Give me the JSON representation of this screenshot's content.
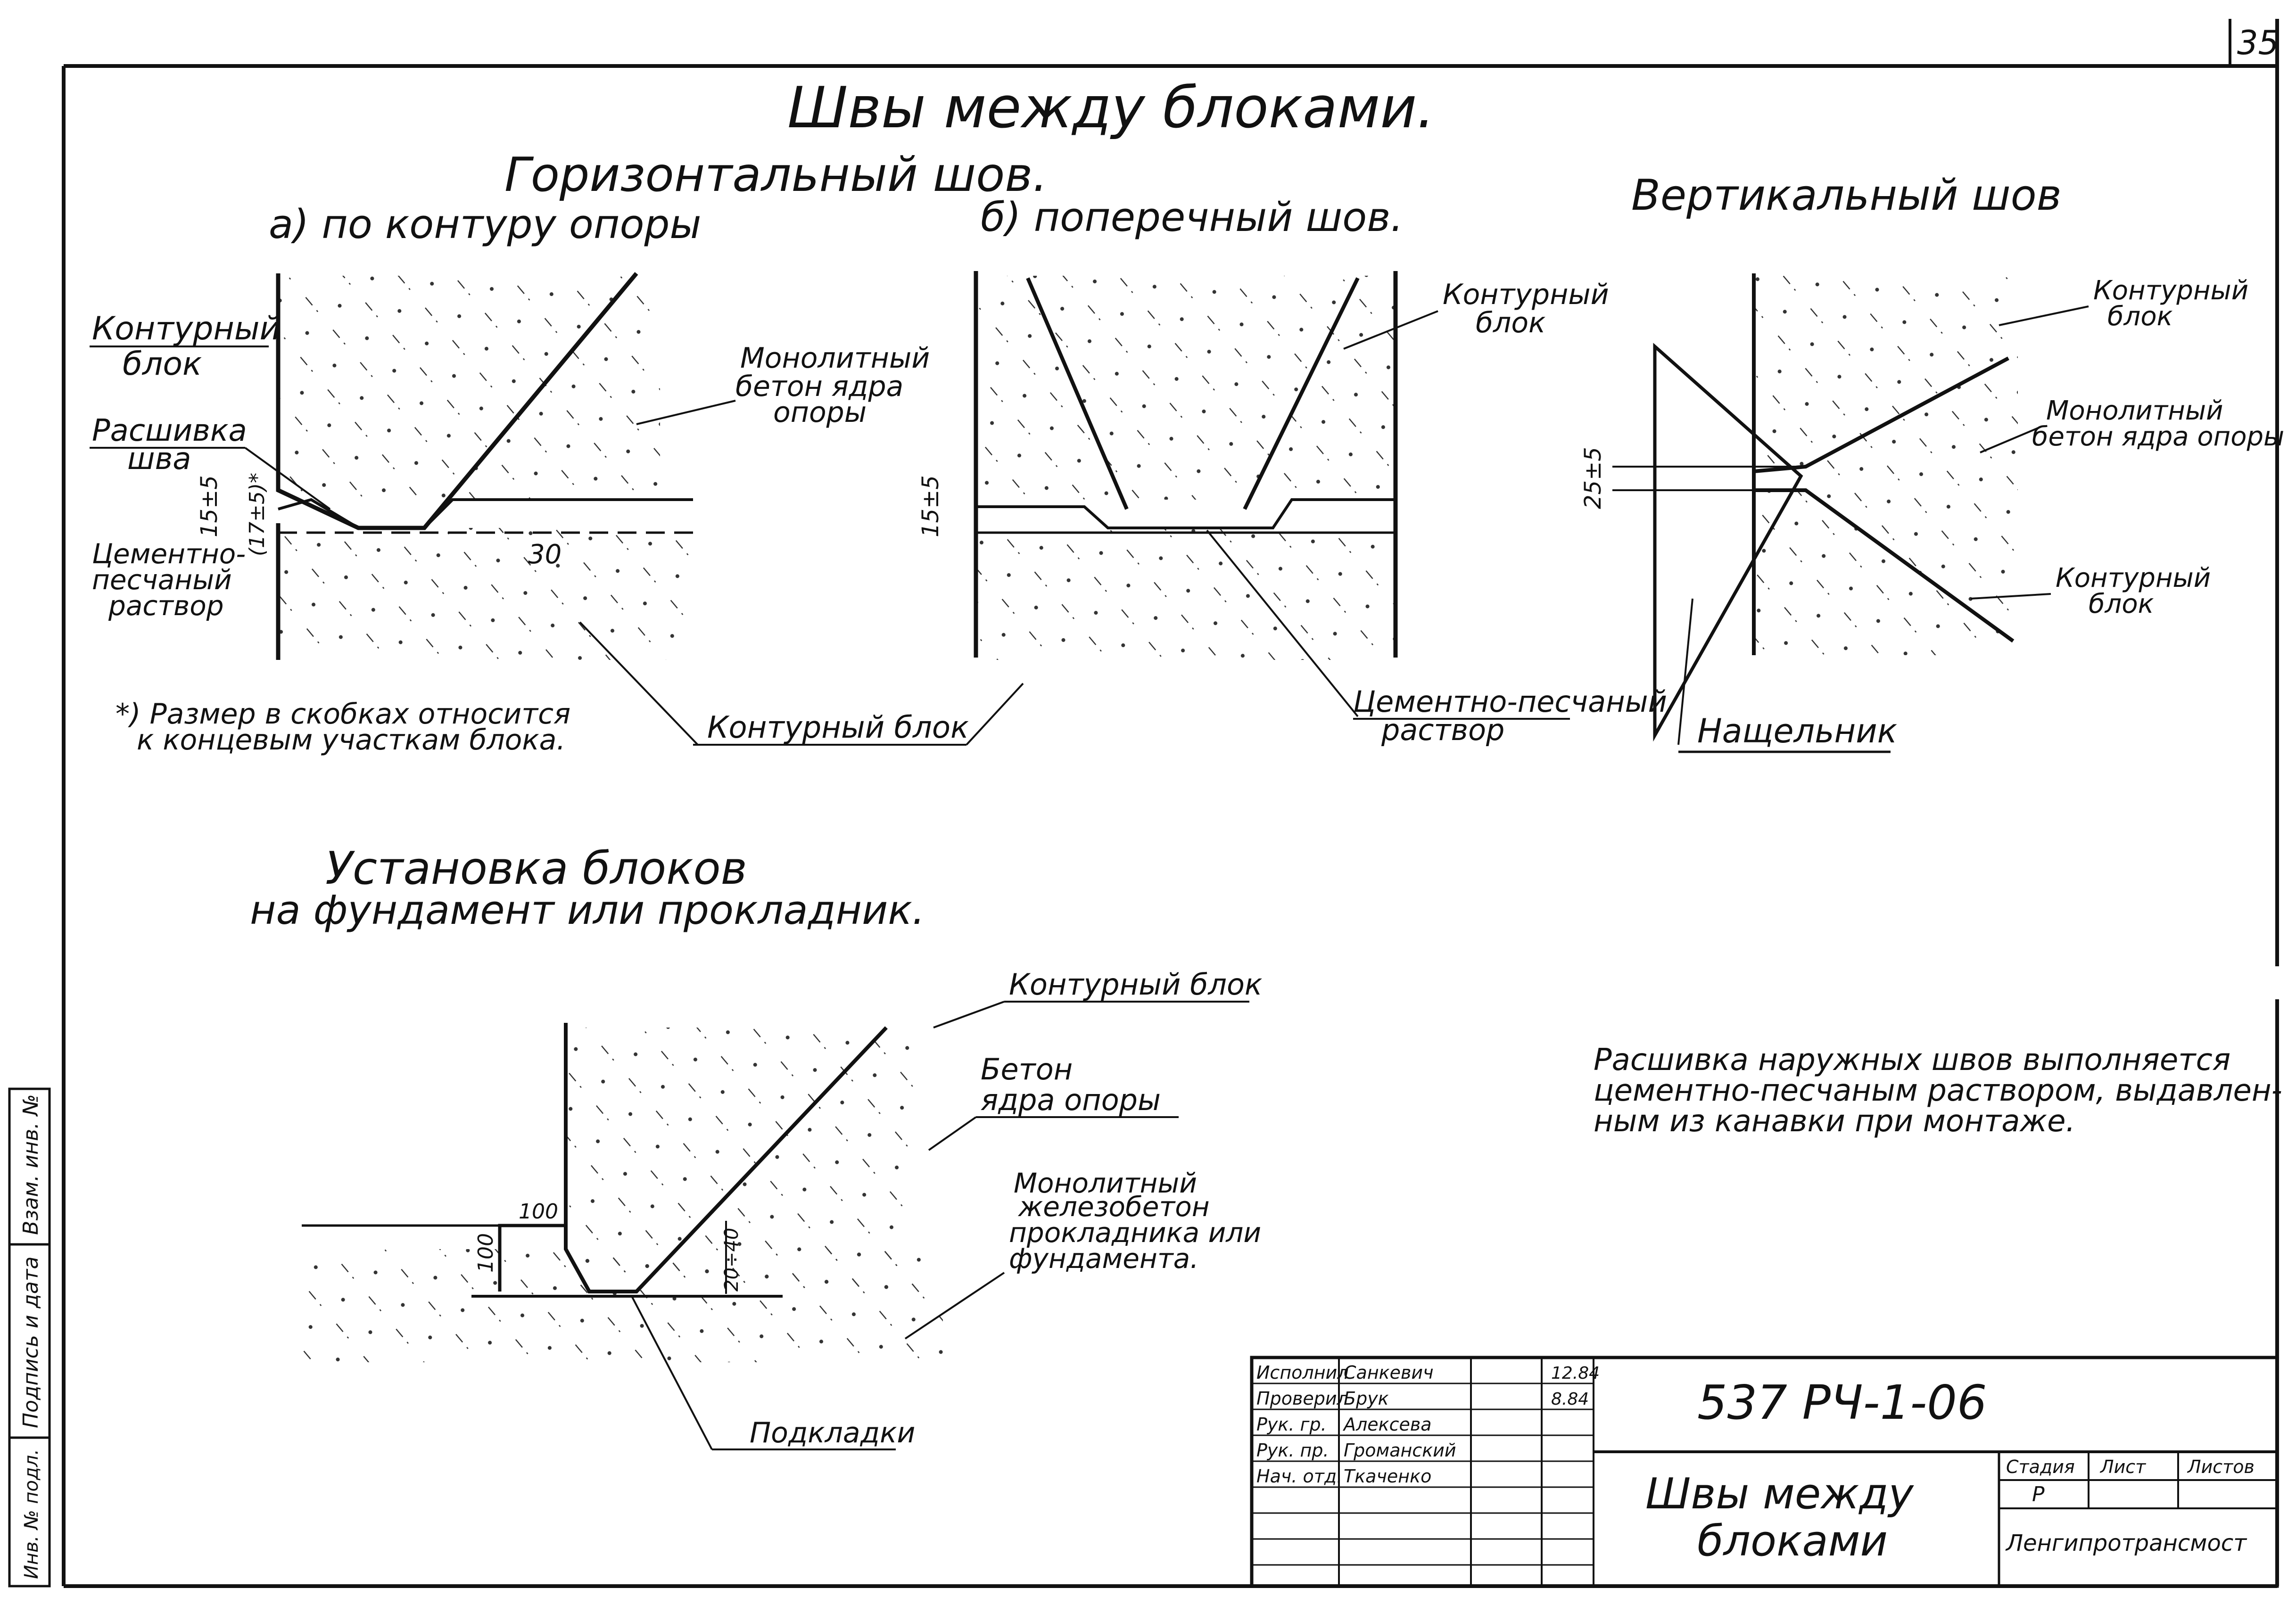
{
  "sheet": {
    "page_number": "35",
    "main_title": "Швы между блоками.",
    "horizontal_title": "Горизонтальный шов.",
    "sub_a": "а) по контуру опоры",
    "sub_b": "б) поперечный шов.",
    "vertical_title": "Вертикальный шов"
  },
  "detail_a": {
    "label_contour_1": "Контурный",
    "label_contour_2": "блок",
    "label_joint_1": "Расшивка",
    "label_joint_2": "шва",
    "label_mortar_1": "Цементно-",
    "label_mortar_2": "песчаный",
    "label_mortar_3": "раствор",
    "dim_15": "15±5",
    "dim_paren": "(17±5)*",
    "dim_30": "30",
    "note_1": "*) Размер в скобках относится",
    "note_2": "к концевым участкам блока.",
    "label_contour_block_bottom": "Контурный блок",
    "label_monolith_1": "Монолитный",
    "label_monolith_2": "бетон ядра",
    "label_monolith_3": "опоры"
  },
  "detail_b": {
    "label_contour_1": "Контурный",
    "label_contour_2": "блок",
    "dim_15": "15±5",
    "label_mortar_1": "Цементно-песчаный",
    "label_mortar_2": "раствор"
  },
  "detail_v": {
    "label_contour_top_1": "Контурный",
    "label_contour_top_2": "блок",
    "label_monolith_1": "Монолитный",
    "label_monolith_2": "бетон ядра опоры",
    "dim_25": "25±5",
    "label_contour_bottom_1": "Контурный",
    "label_contour_bottom_2": "блок",
    "label_batten": "Нащельник"
  },
  "install": {
    "title_1": "Установка блоков",
    "title_2": "на фундамент или прокладник.",
    "label_contour": "Контурный блок",
    "label_core_1": "Бетон",
    "label_core_2": "ядра опоры",
    "label_mono_1": "Монолитный",
    "label_mono_2": "железобетон",
    "label_mono_3": "прокладника или",
    "label_mono_4": "фундамента.",
    "dim_100_h": "100",
    "dim_100_v": "100",
    "dim_20_40": "20÷40",
    "label_pads": "Подкладки"
  },
  "note_right": {
    "line_1": "Расшивка наружных швов выполняется",
    "line_2": "цементно-песчаным раствором, выдавлен-",
    "line_3": "ным из канавки при монтаже."
  },
  "side_stamp": {
    "cell_1": "Взам. инв. №",
    "cell_2": "Подпись и дата",
    "cell_3": "Инв. № подл."
  },
  "title_block": {
    "roles": [
      "Исполнил",
      "Проверил",
      "Рук. гр.",
      "Рук. пр.",
      "Нач. отд."
    ],
    "names": [
      "Санкевич",
      "Брук",
      "Алексева",
      "Громанский",
      "Ткаченко"
    ],
    "dates": [
      "12.84",
      "8.84"
    ],
    "doc_code": "537 РЧ-1-06",
    "sheet_title_1": "Швы между",
    "sheet_title_2": "блоками",
    "stage_header": "Стадия",
    "sheet_header": "Лист",
    "sheets_header": "Листов",
    "stage_value": "Р",
    "organization": "Ленгипротрансмост"
  }
}
